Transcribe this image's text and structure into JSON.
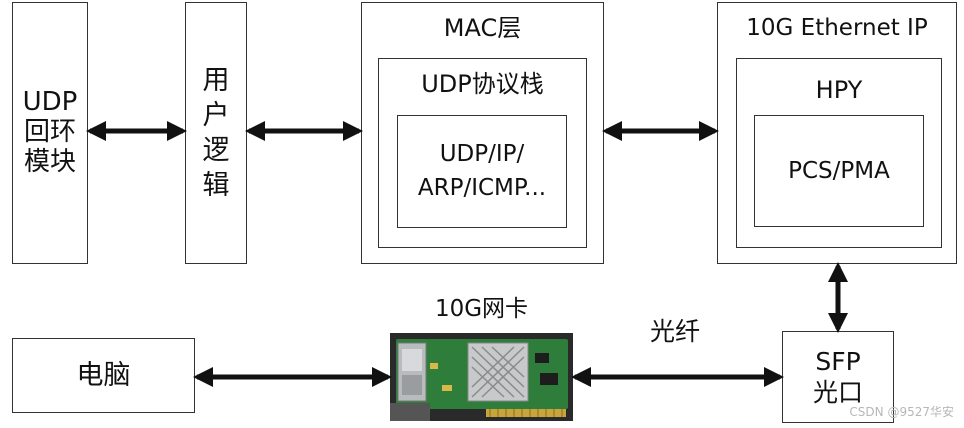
{
  "udp_loopback": {
    "label": "UDP回环模块",
    "lines": [
      "UDP",
      "回环",
      "模块"
    ]
  },
  "user_logic": {
    "lines": [
      "用",
      "户",
      "逻",
      "辑"
    ]
  },
  "mac_layer": {
    "title": "MAC层",
    "stack_title": "UDP协议栈",
    "protocols": [
      "UDP/IP/",
      "ARP/ICMP..."
    ]
  },
  "ethernet_ip": {
    "title": "10G Ethernet IP",
    "hpy": "HPY",
    "pcs": "PCS/PMA"
  },
  "pc": {
    "label": "电脑"
  },
  "nic": {
    "label": "10G网卡"
  },
  "fiber": {
    "label": "光纤"
  },
  "sfp": {
    "lines": [
      "SFP",
      "光口"
    ]
  },
  "watermark": "CSDN @9527华安"
}
